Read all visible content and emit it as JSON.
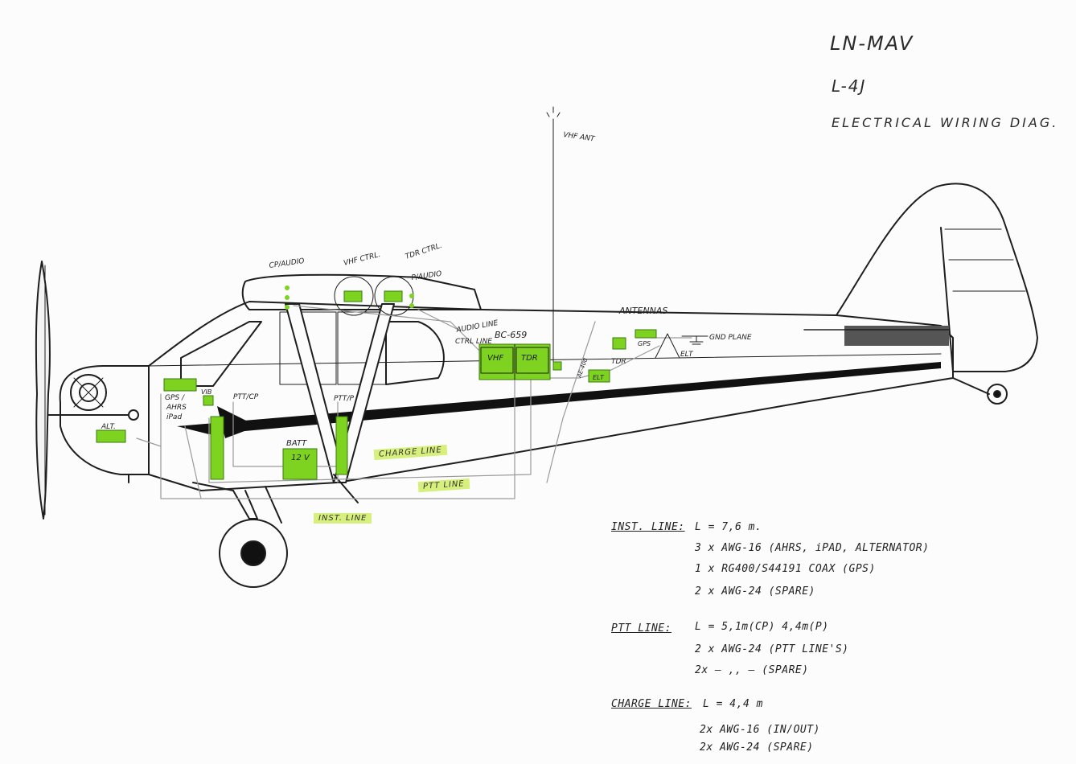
{
  "header": {
    "registration": "LN-MAV",
    "model": "L-4J",
    "diagram_title": "ELECTRICAL WIRING DIAG."
  },
  "labels": {
    "vhf_ant": "VHF ANT",
    "cp_audio": "CP/AUDIO",
    "vhf_ctrl": "VHF CTRL.",
    "tdr_ctrl": "TDR CTRL.",
    "p_audio": "P/AUDIO",
    "audio_line": "AUDIO LINE",
    "ctrl_line": "CTRL LINE",
    "bc659": "BC-659",
    "vhf_box": "VHF",
    "tdr_box": "TDR",
    "antennas": "ANTENNAS",
    "gps_ant": "GPS",
    "tdr_ant": "TDR",
    "gnd_plane": "GND PLANE",
    "elt_ant": "ELT",
    "elt_box": "ELT",
    "ae400": "AE-400",
    "gps_ahrs": "GPS /",
    "ahrs": "AHRS",
    "ipad": "iPad",
    "vib": "VIB",
    "ptt_cp": "PTT/CP",
    "ptt_p": "PTT/P",
    "alt": "ALT.",
    "batt": "BATT",
    "batt_12v": "12 V",
    "charge_line": "CHARGE LINE",
    "ptt_line": "PTT LINE",
    "inst_line": "INST. LINE"
  },
  "notes": {
    "inst_line": {
      "head": "INST. LINE:",
      "length": "L = 7,6 m.",
      "items": [
        "3 x AWG-16   (AHRS, iPAD, ALTERNATOR)",
        "1 x RG400/S44191  COAX   (GPS)",
        "2 x AWG-24   (SPARE)"
      ]
    },
    "ptt_line": {
      "head": "PTT LINE:",
      "length": "L = 5,1m(CP)   4,4m(P)",
      "items": [
        "2 x AWG-24   (PTT LINE'S)",
        "2x  — ,, —   (SPARE)"
      ]
    },
    "charge_line": {
      "head": "CHARGE LINE:",
      "length": "L = 4,4 m",
      "items": [
        "2x  AWG-16   (IN/OUT)",
        "2x  AWG-24   (SPARE)"
      ]
    }
  },
  "colors": {
    "highlight_green": "#7ed321",
    "highlight_yellow": "#d7ef7c",
    "ink": "#1e1e1e",
    "wire_gray": "#9a9a9a"
  }
}
